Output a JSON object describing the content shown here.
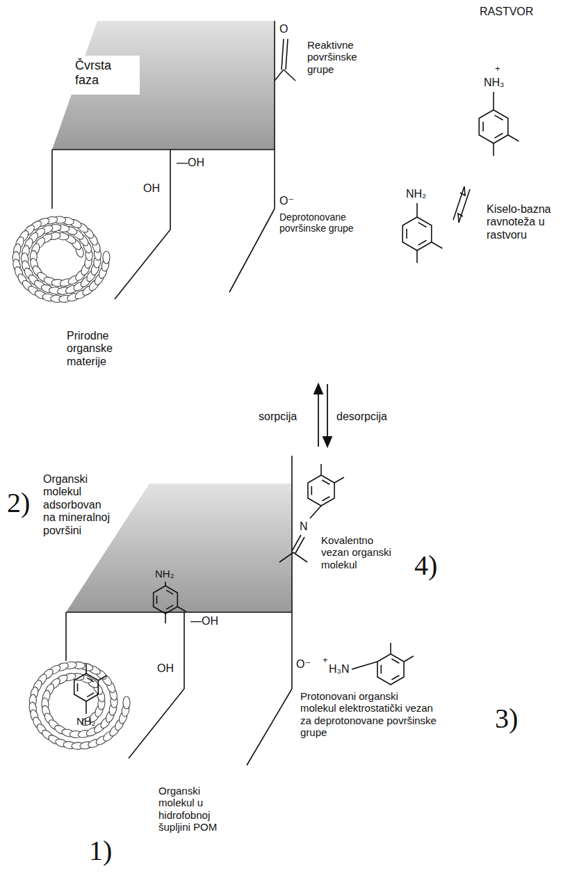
{
  "diagram": {
    "nodes": [
      {
        "text": [
          "Čvrsta faza"
        ]
      }
    ],
    "labels": [
      "RASTVOR",
      "Reaktivne površinske grupe",
      "O",
      "+",
      "NH₃",
      "—OH",
      "OH",
      "O⁻",
      "Deprotonovane površinske grupe",
      "NH₂",
      "Kiselo-bazna ravnoteža u rastvoru",
      "Prirodne organske materije",
      "sorpcija",
      "desorpcija",
      "Organski molekul adsorbovan na mineralnoj površini",
      "2)",
      "N",
      "Kovalentno vezan organski molekul",
      "4)",
      "NH₂",
      "—OH",
      "OH",
      "O⁻",
      "+",
      "H₃N",
      "Protonovani organski molekul elektrostatički vezan za deprotonovane površinske grupe",
      "3)",
      "NH₂",
      "Organski molekul u hidrofobnoj šupljini POM",
      "1)"
    ]
  }
}
